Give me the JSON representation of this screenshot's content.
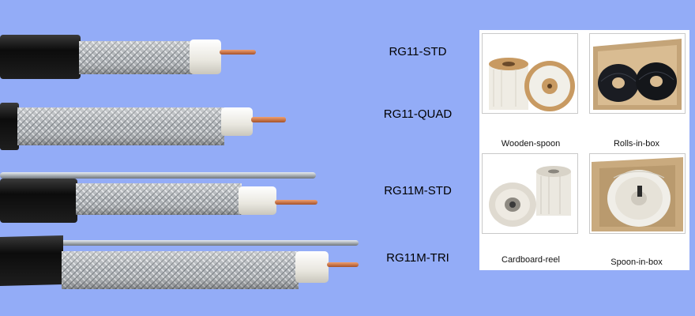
{
  "cables": [
    {
      "label": "RG11-STD"
    },
    {
      "label": "RG11-QUAD"
    },
    {
      "label": "RG11M-STD"
    },
    {
      "label": "RG11M-TRI"
    }
  ],
  "packaging": [
    {
      "caption": "Wooden-spoon"
    },
    {
      "caption": "Rolls-in-box"
    },
    {
      "caption": "Cardboard-reel"
    },
    {
      "caption": "Spoon-in-box"
    }
  ],
  "colors": {
    "background": "#93acf7",
    "jacket": "#141414",
    "braid": "#b9bcc0",
    "dielectric": "#f2f1ec",
    "copper": "#c8703a"
  }
}
